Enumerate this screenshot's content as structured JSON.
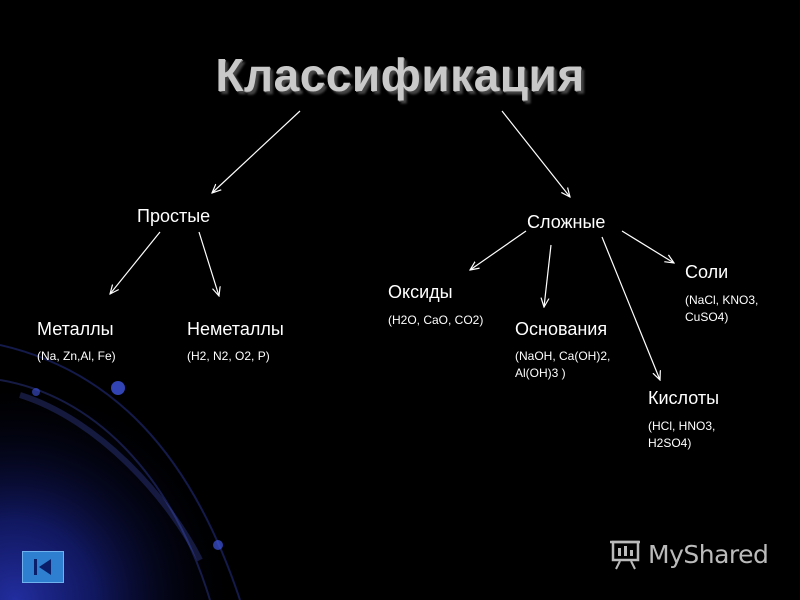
{
  "title": "Классификация",
  "nodes": {
    "simple": "Простые",
    "complex": "Сложные",
    "metals": "Металлы",
    "metals_examples": "(Na, Zn,Al, Fe)",
    "nonmetals": "Неметаллы",
    "nonmetals_examples": "(H2, N2, O2, P)",
    "oxides": "Оксиды",
    "oxides_examples": "(H2O, CaO, CO2)",
    "bases": "Основания",
    "bases_examples_line1": "(NaOH, Ca(OH)2,",
    "bases_examples_line2": "Al(OH)3 )",
    "salts": "Соли",
    "salts_examples_line1": "(NaCl, KNO3,",
    "salts_examples_line2": "CuSO4)",
    "acids": "Кислоты",
    "acids_examples_line1": "(HCl, HNO3,",
    "acids_examples_line2": "H2SO4)"
  },
  "watermark": {
    "text": "MyShared",
    "icon": "presentation-board-icon"
  },
  "nav": {
    "icon": "skip-to-start-icon"
  },
  "colors": {
    "background": "#000000",
    "title": "#c9c9c9",
    "text": "#ffffff",
    "arrow": "#ffffff",
    "nav_button": "#2f7fd0",
    "glow": "#1e2fa8"
  }
}
